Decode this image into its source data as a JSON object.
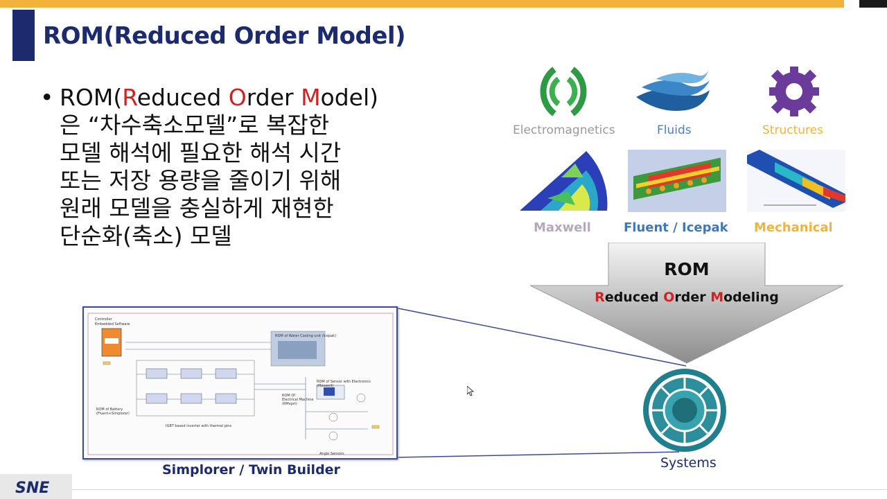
{
  "slide": {
    "title": "ROM(Reduced Order Model)",
    "bullet_line1_pre": "ROM(",
    "bullet_line1_R": "R",
    "bullet_line1_mid1": "educed ",
    "bullet_line1_O": "O",
    "bullet_line1_mid2": "rder ",
    "bullet_line1_M": "M",
    "bullet_line1_post": "odel)",
    "bullet_line2": "은 “차수축소모델”로 복잡한",
    "bullet_line3": "모델 해석에 필요한 해석 시간",
    "bullet_line4": "또는 저장 용량을 줄이기 위해",
    "bullet_line5": "원래 모델을 충실하게 재현한",
    "bullet_line6": "단순화(축소) 모델"
  },
  "physics": [
    {
      "label": "Electromagnetics",
      "color": "#999999",
      "icon": "electromagnetics-icon"
    },
    {
      "label": "Fluids",
      "color": "#4f7fb7",
      "icon": "fluids-icon"
    },
    {
      "label": "Structures",
      "color": "#f0b43a",
      "icon": "structures-gear-icon"
    }
  ],
  "tools": [
    {
      "label": "Maxwell",
      "color": "#b5a9b9"
    },
    {
      "label": "Fluent / Icepak",
      "color": "#3f78b5"
    },
    {
      "label": "Mechanical",
      "color": "#f0b43a"
    }
  ],
  "rom": {
    "title": "ROM",
    "sub_R": "R",
    "sub_1": "educed ",
    "sub_O": "O",
    "sub_2": "rder ",
    "sub_M": "M",
    "sub_3": "odeling"
  },
  "diagram": {
    "controller": "Controller",
    "embedded": "Embedded Software",
    "water_cooling": "ROM of Water Cooling unit (Icepak)",
    "sensor": "ROM of Sensor with Electronics",
    "sensor_sub": "(Maxwell)",
    "electrical_machine": "ROM Of",
    "electrical_machine2": "Electrical Machine",
    "electrical_machine3": "(RMxprt)",
    "battery": "ROM of Battery",
    "battery2": "(Fluent+Simplorer)",
    "igbt": "IGBT based inverter with thermal pins",
    "angle": "Angle Sensors"
  },
  "labels": {
    "simplorer": "Simplorer / Twin Builder",
    "systems": "Systems"
  },
  "footer": {
    "logo": "SNE"
  }
}
